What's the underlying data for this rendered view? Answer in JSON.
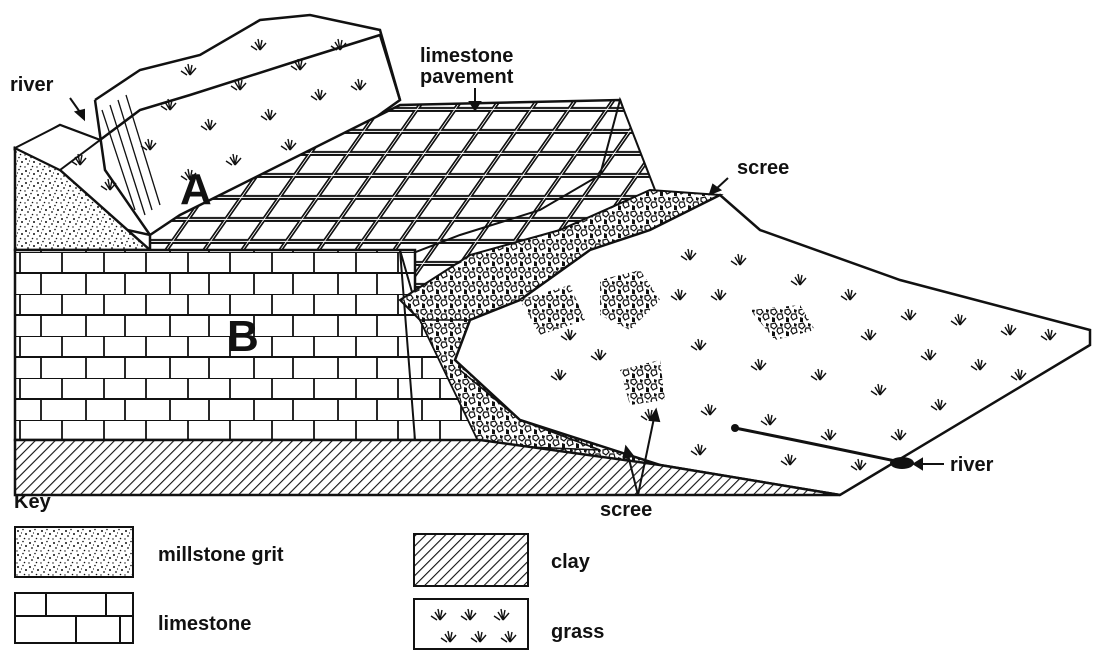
{
  "labels": {
    "river_top": "river",
    "pavement_line1": "limestone",
    "pavement_line2": "pavement",
    "scree_top": "scree",
    "scree_bottom": "scree",
    "river_right": "river",
    "point_a": "A",
    "point_b": "B"
  },
  "key": {
    "title": "Key",
    "items": [
      {
        "label": "millstone grit",
        "pattern": "stipple"
      },
      {
        "label": "limestone",
        "pattern": "brick"
      },
      {
        "label": "clay",
        "pattern": "hatch"
      },
      {
        "label": "grass",
        "pattern": "tufts"
      }
    ]
  },
  "colors": {
    "ink": "#111111",
    "background": "#ffffff"
  }
}
